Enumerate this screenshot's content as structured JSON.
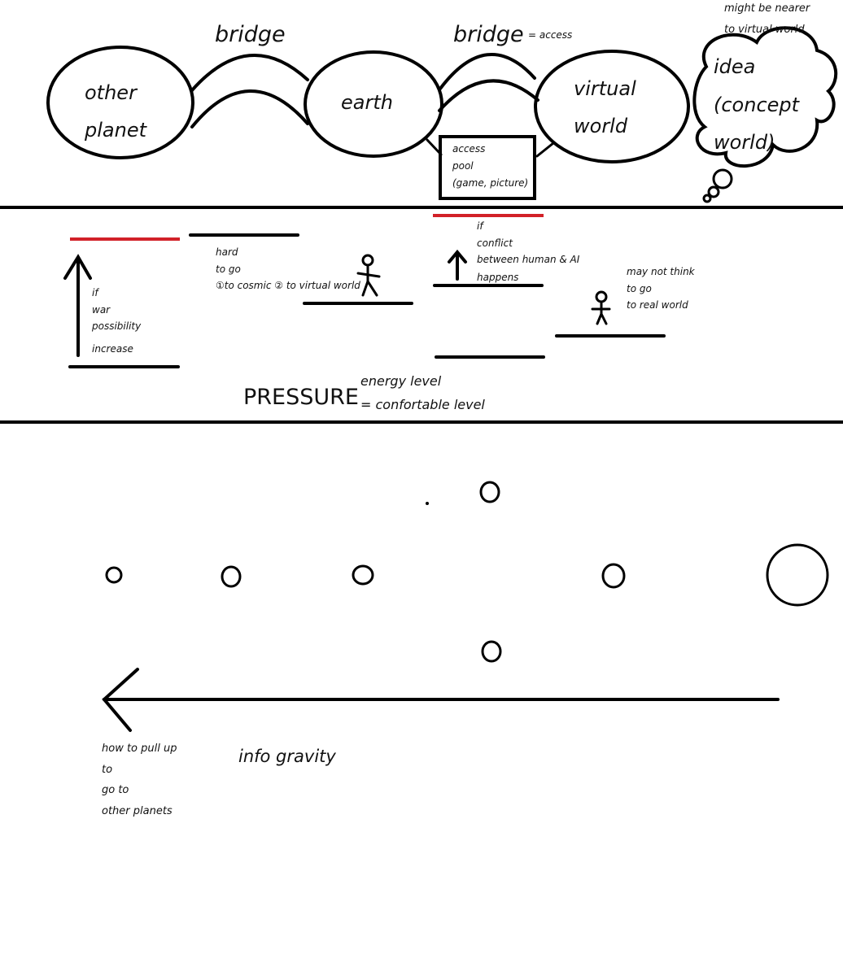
{
  "colors": {
    "ink": "#000000",
    "accent_red": "#d22128",
    "background": "#ffffff"
  },
  "top": {
    "other_planet": [
      "other",
      "planet"
    ],
    "earth": "earth",
    "virtual_world": [
      "virtual",
      "world"
    ],
    "bridge_left": "bridge",
    "bridge_right": "bridge",
    "bridge_note": "= access",
    "access_pool": [
      "access",
      "pool",
      "(game, picture)"
    ],
    "idea_cloud": [
      "idea",
      "(concept",
      "world)"
    ],
    "idea_note": [
      "might be nearer",
      "to virtual world"
    ]
  },
  "middle": {
    "war_note": [
      "if",
      "war",
      "possibility",
      "increase"
    ],
    "hard_note": [
      "hard",
      "to go",
      "①to cosmic  ② to virtual world"
    ],
    "conflict_note": [
      "if",
      "conflict",
      "between human & AI",
      "happens"
    ],
    "real_note": [
      "may not think",
      " to go",
      "to real world"
    ],
    "pressure": "PRESSURE",
    "energy_level": "energy level",
    "comfortable_level": "= confortable level"
  },
  "bottom": {
    "pull_note": [
      "how to pull up",
      "to",
      "go to",
      "other planets"
    ],
    "gravity_label": "info gravity"
  }
}
